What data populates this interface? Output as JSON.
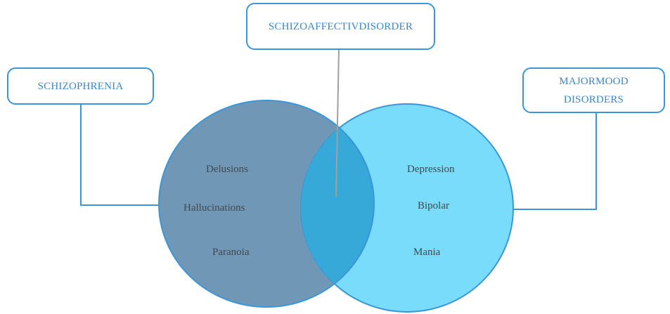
{
  "labels": {
    "left": "SCHIZOPHRENIA",
    "center": "SCHIZOAFFECTIVDISORDER",
    "right_line1": "MAJORMOOD",
    "right_line2": "DISORDERS"
  },
  "left_items": [
    "Delusions",
    "Hallucinations",
    "Paranoia"
  ],
  "right_items": [
    "Depression",
    "Bipolar",
    "Mania"
  ],
  "colors": {
    "left_circle": "#7098b6",
    "right_circle": "#79dcfa",
    "overlap": "#37a9d8",
    "border": "#3a96d8"
  }
}
